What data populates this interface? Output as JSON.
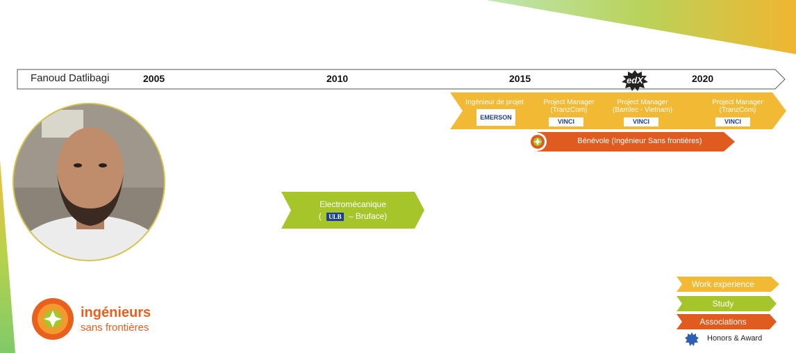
{
  "header": {
    "name": "Fanoud Datlibagi",
    "years": [
      "2005",
      "2010",
      "2015",
      "2020"
    ]
  },
  "experience": [
    {
      "label": "Ingénieur de projet",
      "sub": "",
      "logo": "EMERSON"
    },
    {
      "label": "Project Manager",
      "sub": "(TranzCom)",
      "logo": "VINCI"
    },
    {
      "label": "Project Manager",
      "sub": "(Barrilec - Vietnam)",
      "logo": "VINCI"
    },
    {
      "label": "Project Manager",
      "sub": "(TranzCom)",
      "logo": "VINCI"
    }
  ],
  "honor": {
    "label": "edX"
  },
  "association": {
    "label": "Bénévole (Ingénieur Sans frontières)"
  },
  "study": {
    "line1": "Electromécanique",
    "open": "(",
    "logo": "ULB",
    "rest": "– Bruface)"
  },
  "organization": {
    "name": "ingénieurs",
    "sub": "sans frontières"
  },
  "legend": {
    "work": "Work experience",
    "study": "Study",
    "associations": "Associations",
    "honors": "Honors & Award"
  },
  "colors": {
    "work": "#f2b934",
    "study": "#a6c52a",
    "association": "#e05b20",
    "honor": "#2f5fb0"
  }
}
